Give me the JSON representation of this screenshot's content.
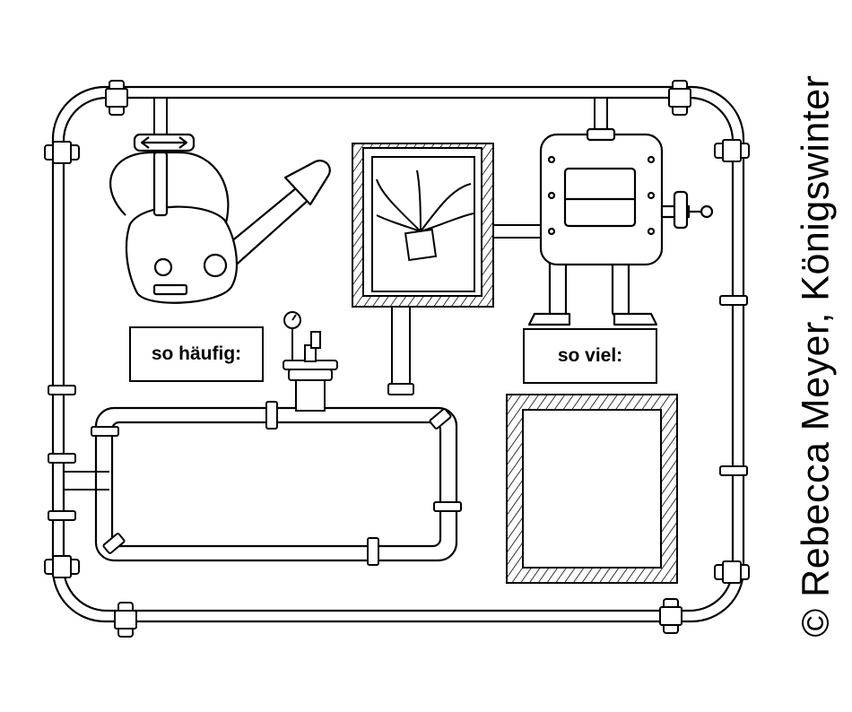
{
  "labels": {
    "frequency": "so häufig:",
    "amount": "so viel:"
  },
  "copyright": "© Rebecca Meyer, Königswinter",
  "colors": {
    "ink": "#000000",
    "paper": "#ffffff"
  },
  "icons": [
    "watering-can-icon",
    "potted-plant-icon",
    "water-tank-icon",
    "pressure-gauge-icon",
    "valve-icon"
  ]
}
